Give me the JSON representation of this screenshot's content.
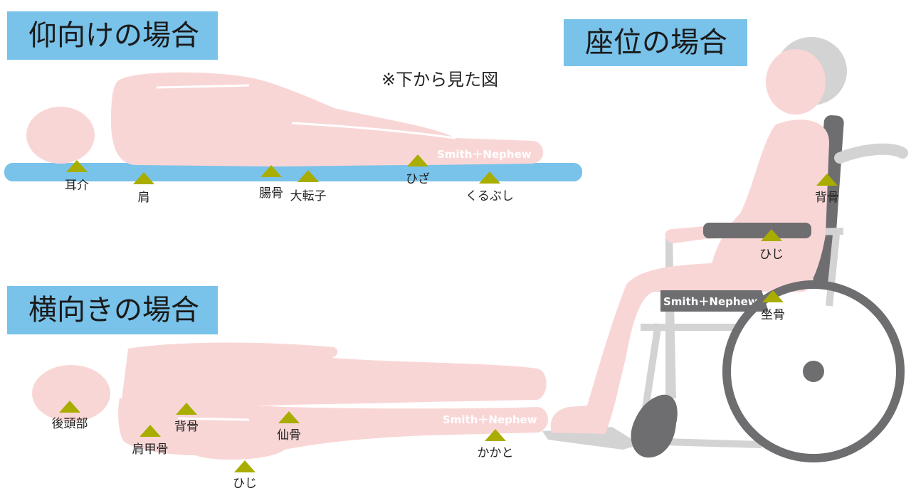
{
  "sections": {
    "supine": {
      "title": "仰向けの場合",
      "note": "※下から見た図"
    },
    "side": {
      "title": "横向きの場合"
    },
    "sitting": {
      "title": "座位の場合"
    }
  },
  "brand": "Smith＋Nephew",
  "colors": {
    "body": "#f9d6d6",
    "mattress": "#79c2ea",
    "marker": "#a8ad00",
    "chair": "#d3d3d3",
    "chair_dark": "#6e6e70",
    "title_bg": "#79c2ea"
  },
  "points": {
    "supine": [
      "耳介",
      "肩",
      "腸骨",
      "大転子",
      "ひざ",
      "くるぶし"
    ],
    "side": [
      "後頭部",
      "肩甲骨",
      "背骨",
      "ひじ",
      "仙骨",
      "かかと"
    ],
    "sitting": [
      "背骨",
      "ひじ",
      "坐骨"
    ]
  }
}
